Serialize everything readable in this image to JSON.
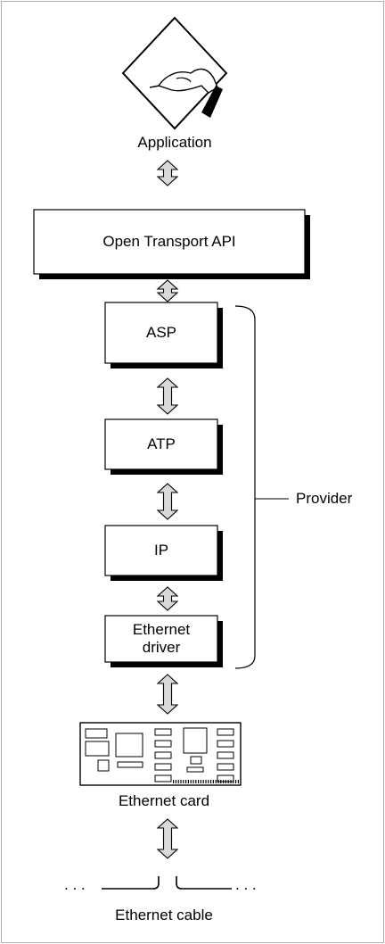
{
  "application": {
    "label": "Application",
    "icon": "hand-writing-icon"
  },
  "api": {
    "label": "Open Transport API"
  },
  "layers": [
    {
      "id": "asp",
      "label": "ASP"
    },
    {
      "id": "atp",
      "label": "ATP"
    },
    {
      "id": "ip",
      "label": "IP"
    },
    {
      "id": "ethernet-driver",
      "label": "Ethernet\ndriver"
    }
  ],
  "provider": {
    "label": "Provider"
  },
  "card": {
    "label": "Ethernet card",
    "icon": "ethernet-card-icon"
  },
  "cable": {
    "label": "Ethernet cable",
    "dots_left": ". . .",
    "dots_right": ". . ."
  },
  "colors": {
    "frame": "#b0b0b0",
    "arrow_fill": "#d9d9d9",
    "shadow": "#000000"
  }
}
